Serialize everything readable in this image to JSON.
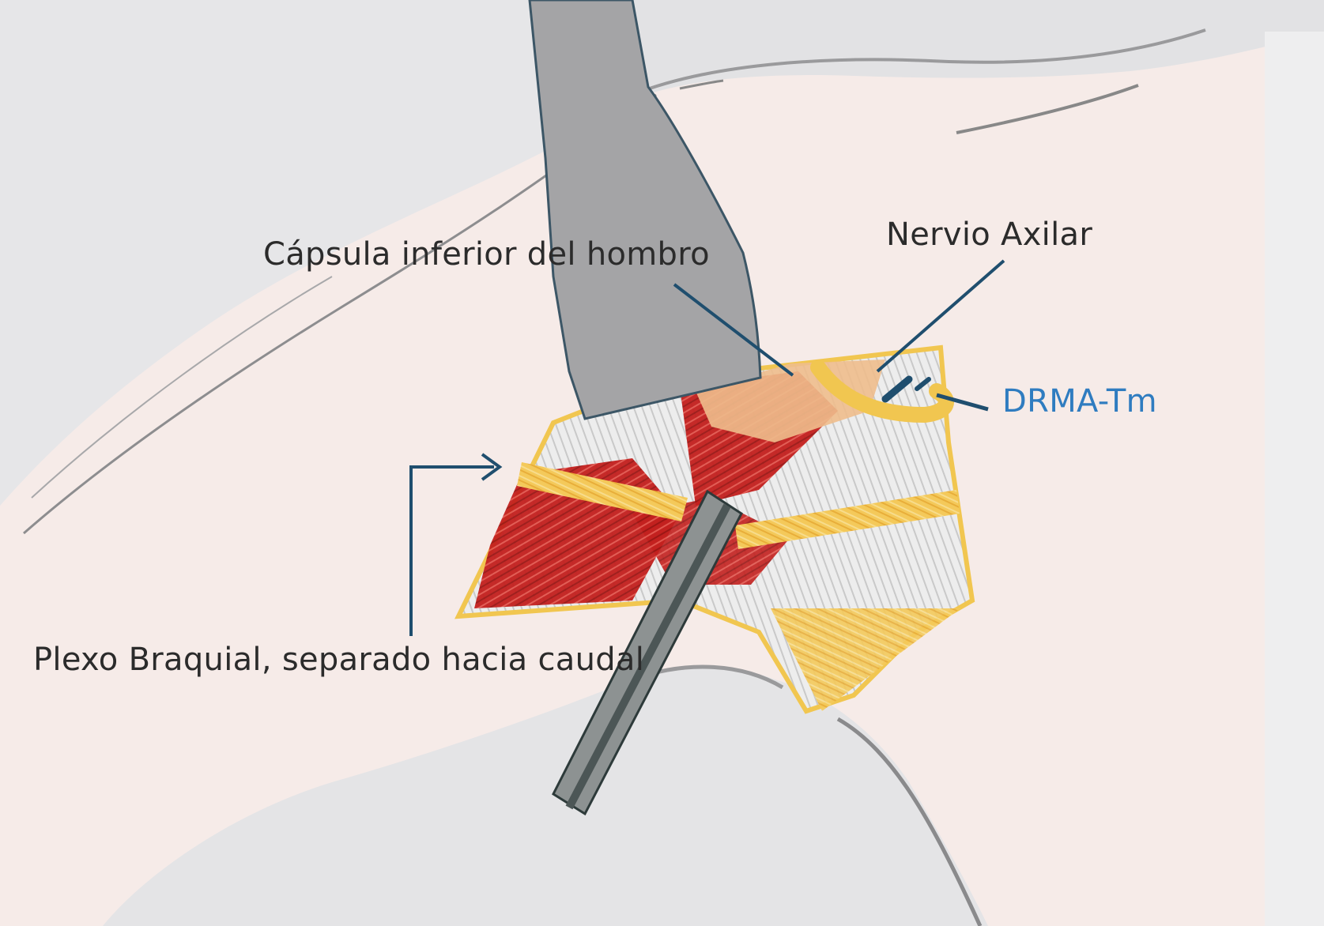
{
  "labels": {
    "capsula": "Cápsula inferior del hombro",
    "nervio": "Nervio Axilar",
    "drma": "DRMA-Tm",
    "plexo": "Plexo Braquial, separado hacia caudal"
  },
  "colors": {
    "skin": "#f6ebe8",
    "retractor": "#a4a4a6",
    "muscle_red": "#c3201e",
    "fat_yellow": "#f2c24e",
    "capsule": "#eebd8c",
    "leader_line": "#1f4e6e",
    "drma_label": "#2f7cc0"
  }
}
